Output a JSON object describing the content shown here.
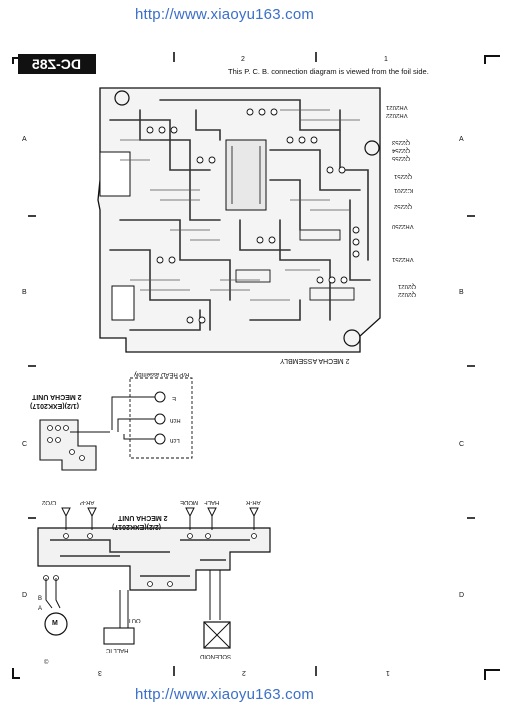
{
  "header": {
    "url_top": "http://www.xiaoyu163.com",
    "url_bottom": "http://www.xiaoyu163.com",
    "model": "DC-Z85",
    "note": "This P. C. B. connection diagram is viewed from the foil side."
  },
  "grid": {
    "top_numbers": [
      "2",
      "1"
    ],
    "bottom_numbers": [
      "3",
      "2",
      "1"
    ],
    "left_rows": [
      "A",
      "B",
      "C",
      "D"
    ],
    "right_rows": [
      "A",
      "B",
      "C",
      "D"
    ]
  },
  "board": {
    "assembly_label": "2 MECHA ASSEMBLY",
    "vr_labels": [
      "VR2021",
      "VR2022"
    ],
    "right_refs": [
      "Q2253",
      "Q2254",
      "Q2255",
      "Q2251",
      "IC2201",
      "Q2252",
      "VR2250",
      "VR2251",
      "Q2021",
      "Q2022"
    ]
  },
  "head": {
    "assembly_label": "R/P HEAD assembly",
    "pins": [
      "E",
      "Rch",
      "Lch"
    ]
  },
  "mecha1": {
    "label_line1": "2 MECHA UNIT",
    "label_line2": "(1/2)(EXK2017)"
  },
  "mecha2": {
    "label_line1": "2 MECHA UNIT",
    "label_line2": "(2/2)(EXK2017)",
    "switch_labels": [
      "CrO2",
      "AR-P",
      "MODE",
      "HALF",
      "AR-R"
    ],
    "motor": "M",
    "hall_ic": "HALL IC",
    "out": "OUT",
    "solenoid": "SOLENOID",
    "motor_pins": [
      "A",
      "B"
    ]
  },
  "footer": {
    "marker": "©"
  }
}
